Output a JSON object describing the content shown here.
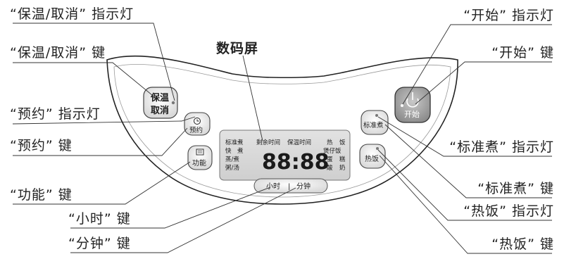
{
  "callouts": {
    "keep_warm_indicator": "“保温/取消” 指示灯",
    "keep_warm_key": "“保温/取消” 键",
    "display": "数码屏",
    "timer_indicator": "“预约” 指示灯",
    "timer_key": "“预约” 键",
    "function_key": "“功能” 键",
    "hour_key": "“小时” 键",
    "minute_key": "“分钟” 键",
    "start_indicator": "“开始” 指示灯",
    "start_key": "“开始” 键",
    "standard_indicator": "“标准煮” 指示灯",
    "standard_key": "“标准煮” 键",
    "reheat_indicator": "“热饭” 指示灯",
    "reheat_key": "“热饭” 键"
  },
  "panel": {
    "keep_warm_btn": [
      "保温",
      "取消"
    ],
    "timer_btn": "预约",
    "function_btn": "功能",
    "hour_btn": "小时",
    "minute_btn": "分钟",
    "separator": "|",
    "start_btn": "开始",
    "standard_btn": "标准煮",
    "reheat_btn": "热饭"
  },
  "lcd": {
    "digits": "88:88",
    "left_modes": [
      "标准煮",
      "快　煮",
      "蒸/煮",
      "粥/汤"
    ],
    "time_labels": [
      "剩余时间",
      "保温时间"
    ],
    "right_modes": [
      [
        "热",
        "饭"
      ],
      [
        "煲仔饭"
      ],
      [
        "蛋",
        "糕"
      ],
      [
        "酸",
        "奶"
      ]
    ]
  }
}
